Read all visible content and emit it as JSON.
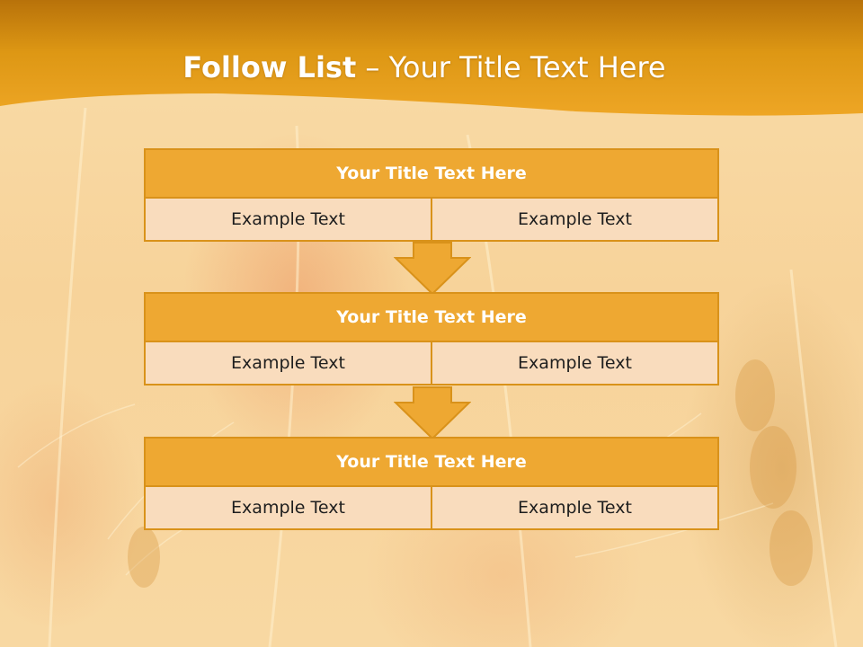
{
  "slide": {
    "title_bold": "Follow List",
    "title_rest": "– Your Title Text Here"
  },
  "blocks": [
    {
      "title": "Your Title Text Here",
      "left": "Example Text",
      "right": "Example Text"
    },
    {
      "title": "Your Title Text Here",
      "left": "Example Text",
      "right": "Example Text"
    },
    {
      "title": "Your Title Text Here",
      "left": "Example Text",
      "right": "Example Text"
    }
  ],
  "colors": {
    "header": "#e19a14",
    "block_title": "#eea832",
    "cell": "#f9dcbd",
    "border": "#d9921a"
  }
}
